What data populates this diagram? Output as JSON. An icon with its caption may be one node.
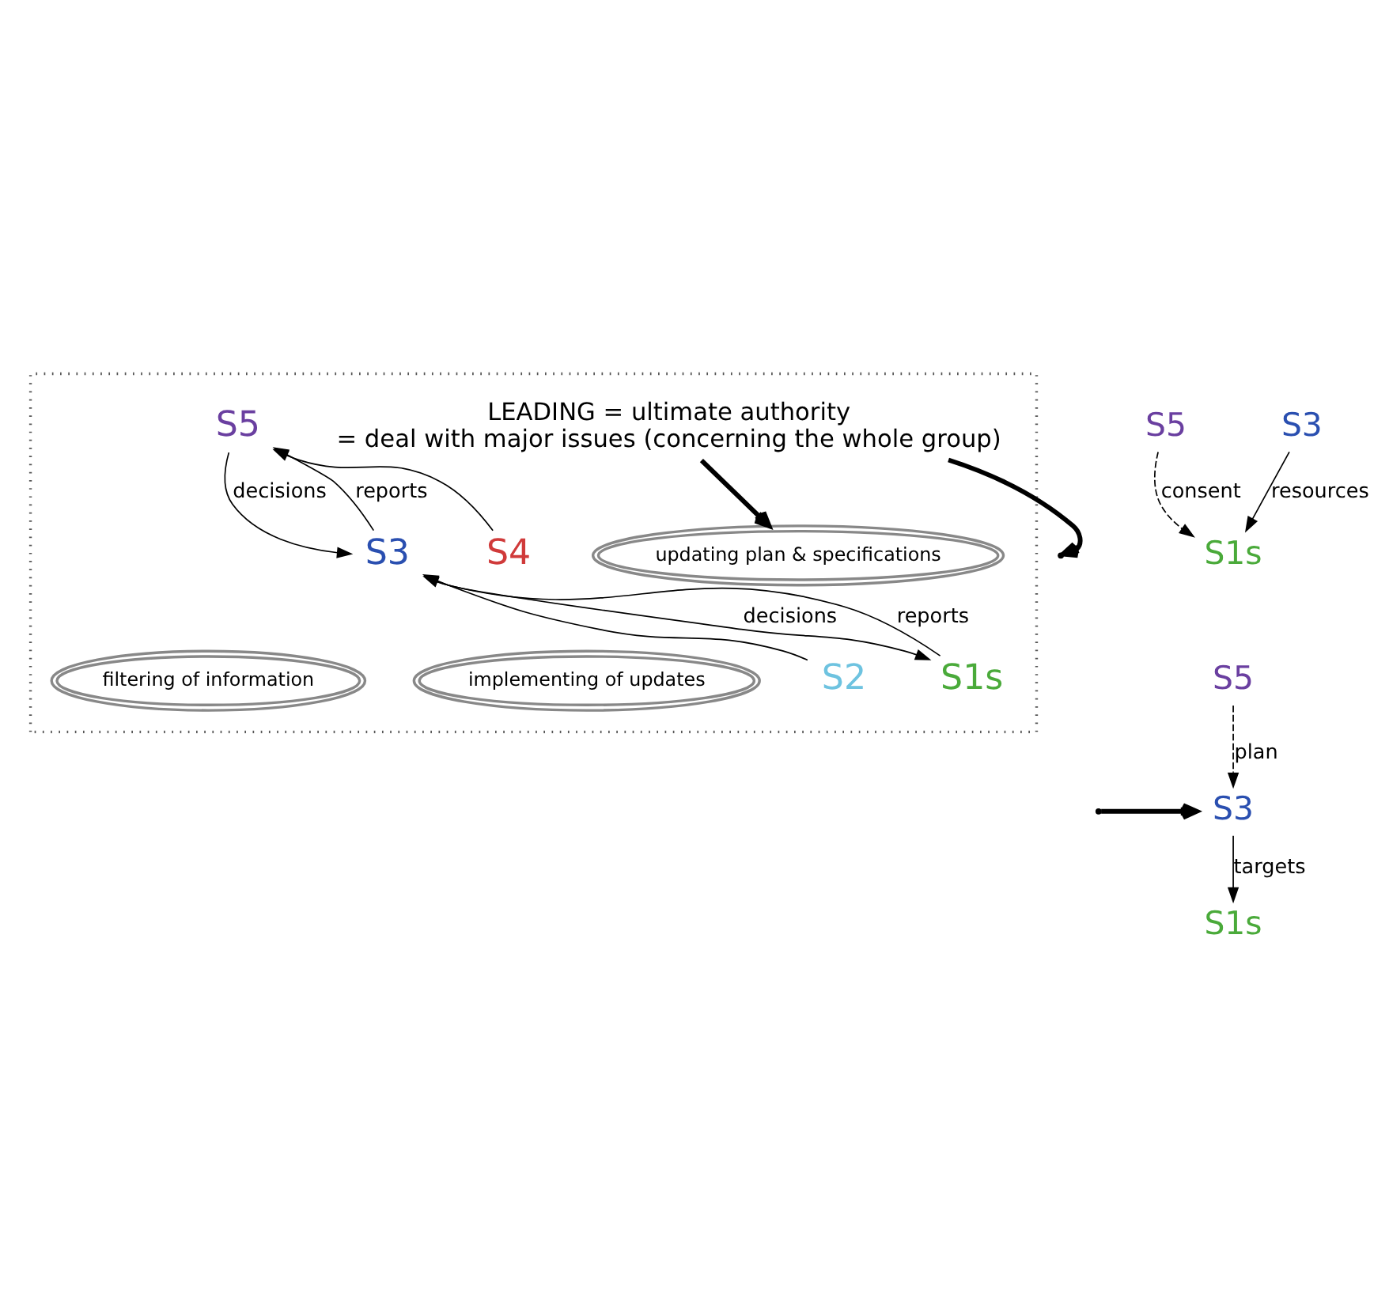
{
  "diagram": {
    "nodes": [
      {
        "text": [],
        "shape": "box"
      },
      {
        "text": [
          "LEADING = ultimate authority",
          "= deal with major issues (concerning the whole group)"
        ],
        "in": 0
      },
      {
        "text": [
          "updating plan & specifications"
        ],
        "in": 0
      },
      {
        "text": [
          "S5"
        ],
        "in": 0
      },
      {
        "text": [
          "S3"
        ],
        "in": 0
      },
      {
        "text": [
          "S4"
        ],
        "in": 0
      },
      {
        "text": [
          "S2"
        ],
        "in": 0
      },
      {
        "text": [
          "implementing of updates"
        ],
        "in": 0
      },
      {
        "text": [
          "S1s"
        ],
        "in": 0
      },
      {
        "text": [
          "filtering of information"
        ],
        "in": 0
      },
      {
        "text": [
          "S5"
        ]
      },
      {
        "text": [
          "S3"
        ]
      },
      {
        "text": [
          "S1s"
        ]
      },
      {
        "text": [
          "S5"
        ]
      },
      {
        "text": [
          "S3"
        ]
      },
      {
        "text": [
          "S1s"
        ]
      }
    ],
    "edges": [
      {
        "from": 1,
        "to": 2,
        "arrow": "to",
        "style": "thick"
      },
      {
        "from": 1,
        "to": null,
        "arrow": "to",
        "style": "thick"
      },
      {
        "from": 3,
        "to": 4,
        "arrow": "to",
        "label": "decisions"
      },
      {
        "from": 4,
        "to": 3,
        "arrow": "to",
        "label": "reports"
      },
      {
        "from": 5,
        "to": 3,
        "arrow": "to"
      },
      {
        "from": 4,
        "to": 8,
        "arrow": "to",
        "label": "decisions"
      },
      {
        "from": 8,
        "to": 4,
        "arrow": "to",
        "label": "reports"
      },
      {
        "from": 6,
        "to": 4,
        "arrow": "to"
      },
      {
        "from": 10,
        "to": 12,
        "arrow": "to",
        "label": "consent",
        "style": "dashed"
      },
      {
        "from": 11,
        "to": 12,
        "arrow": "to",
        "label": "resources"
      },
      {
        "from": null,
        "to": 14,
        "arrow": "to",
        "style": "thick"
      },
      {
        "from": 13,
        "to": 14,
        "arrow": "to",
        "label": "plan",
        "style": "dashed"
      },
      {
        "from": 14,
        "to": 15,
        "arrow": "to",
        "label": "targets"
      }
    ]
  }
}
